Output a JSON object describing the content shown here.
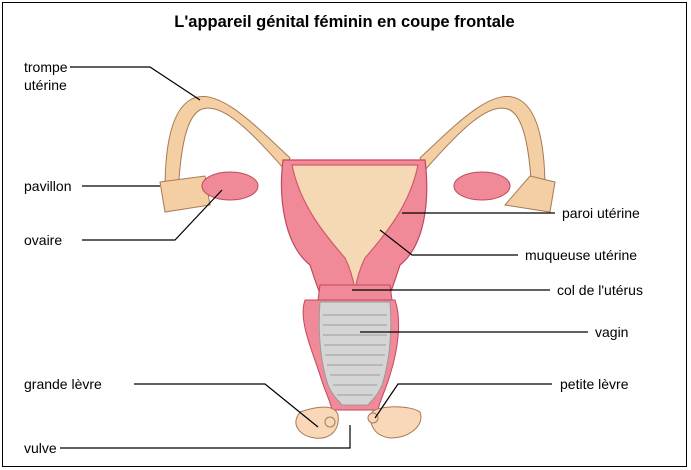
{
  "title": "L'appareil génital féminin en coupe frontale",
  "labels": {
    "trompe_line1": "trompe",
    "trompe_line2": "utérine",
    "pavillon": "pavillon",
    "ovaire": "ovaire",
    "grande_levre": "grande lèvre",
    "vulve": "vulve",
    "paroi": "paroi utérine",
    "muqueuse": "muqueuse utérine",
    "col": "col de l'utérus",
    "vagin": "vagin",
    "petite_levre": "petite lèvre"
  },
  "colors": {
    "muscle": "#f08a98",
    "muscle_edge": "#c2485c",
    "mucosa": "#f5d8b4",
    "tube": "#f3cfa3",
    "tube_edge": "#a77a55",
    "vagina": "#d5d5d5",
    "vagina_ring": "#9a9a9a",
    "skin": "#f8d8b8"
  }
}
